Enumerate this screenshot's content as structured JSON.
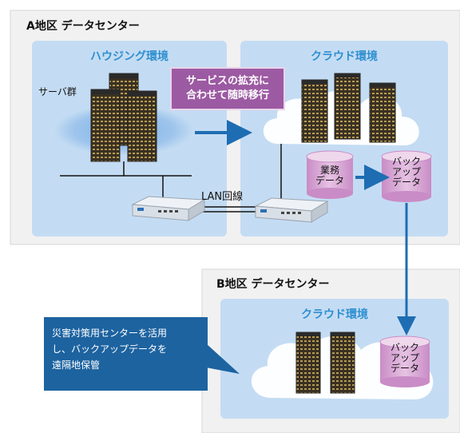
{
  "site_a": {
    "title": "A地区 データセンター",
    "housing": {
      "title": "ハウジング環境",
      "server_label": "サーバ群"
    },
    "cloud": {
      "title": "クラウド環境"
    },
    "migration_banner": "サービスの拡充に\n合わせて随時移行",
    "lan_label": "LAN回線",
    "business_db": "業務\nデータ",
    "backup_db": "バック\nアップ\nデータ"
  },
  "site_b": {
    "title": "B地区 データセンター",
    "cloud": {
      "title": "クラウド環境"
    },
    "backup_db": "バック\nアップ\nデータ"
  },
  "callout": "災害対策用センターを活用\nし、バックアップデータを\n遠隔地保管",
  "colors": {
    "panel": "#f1f1f1",
    "env_box": "#c4dcf3",
    "env_title": "#2e8fd0",
    "arrow": "#1e6db3",
    "banner": "#9c5aa3",
    "callout": "#1d63a0",
    "db_fill": "#d9a6d6"
  }
}
